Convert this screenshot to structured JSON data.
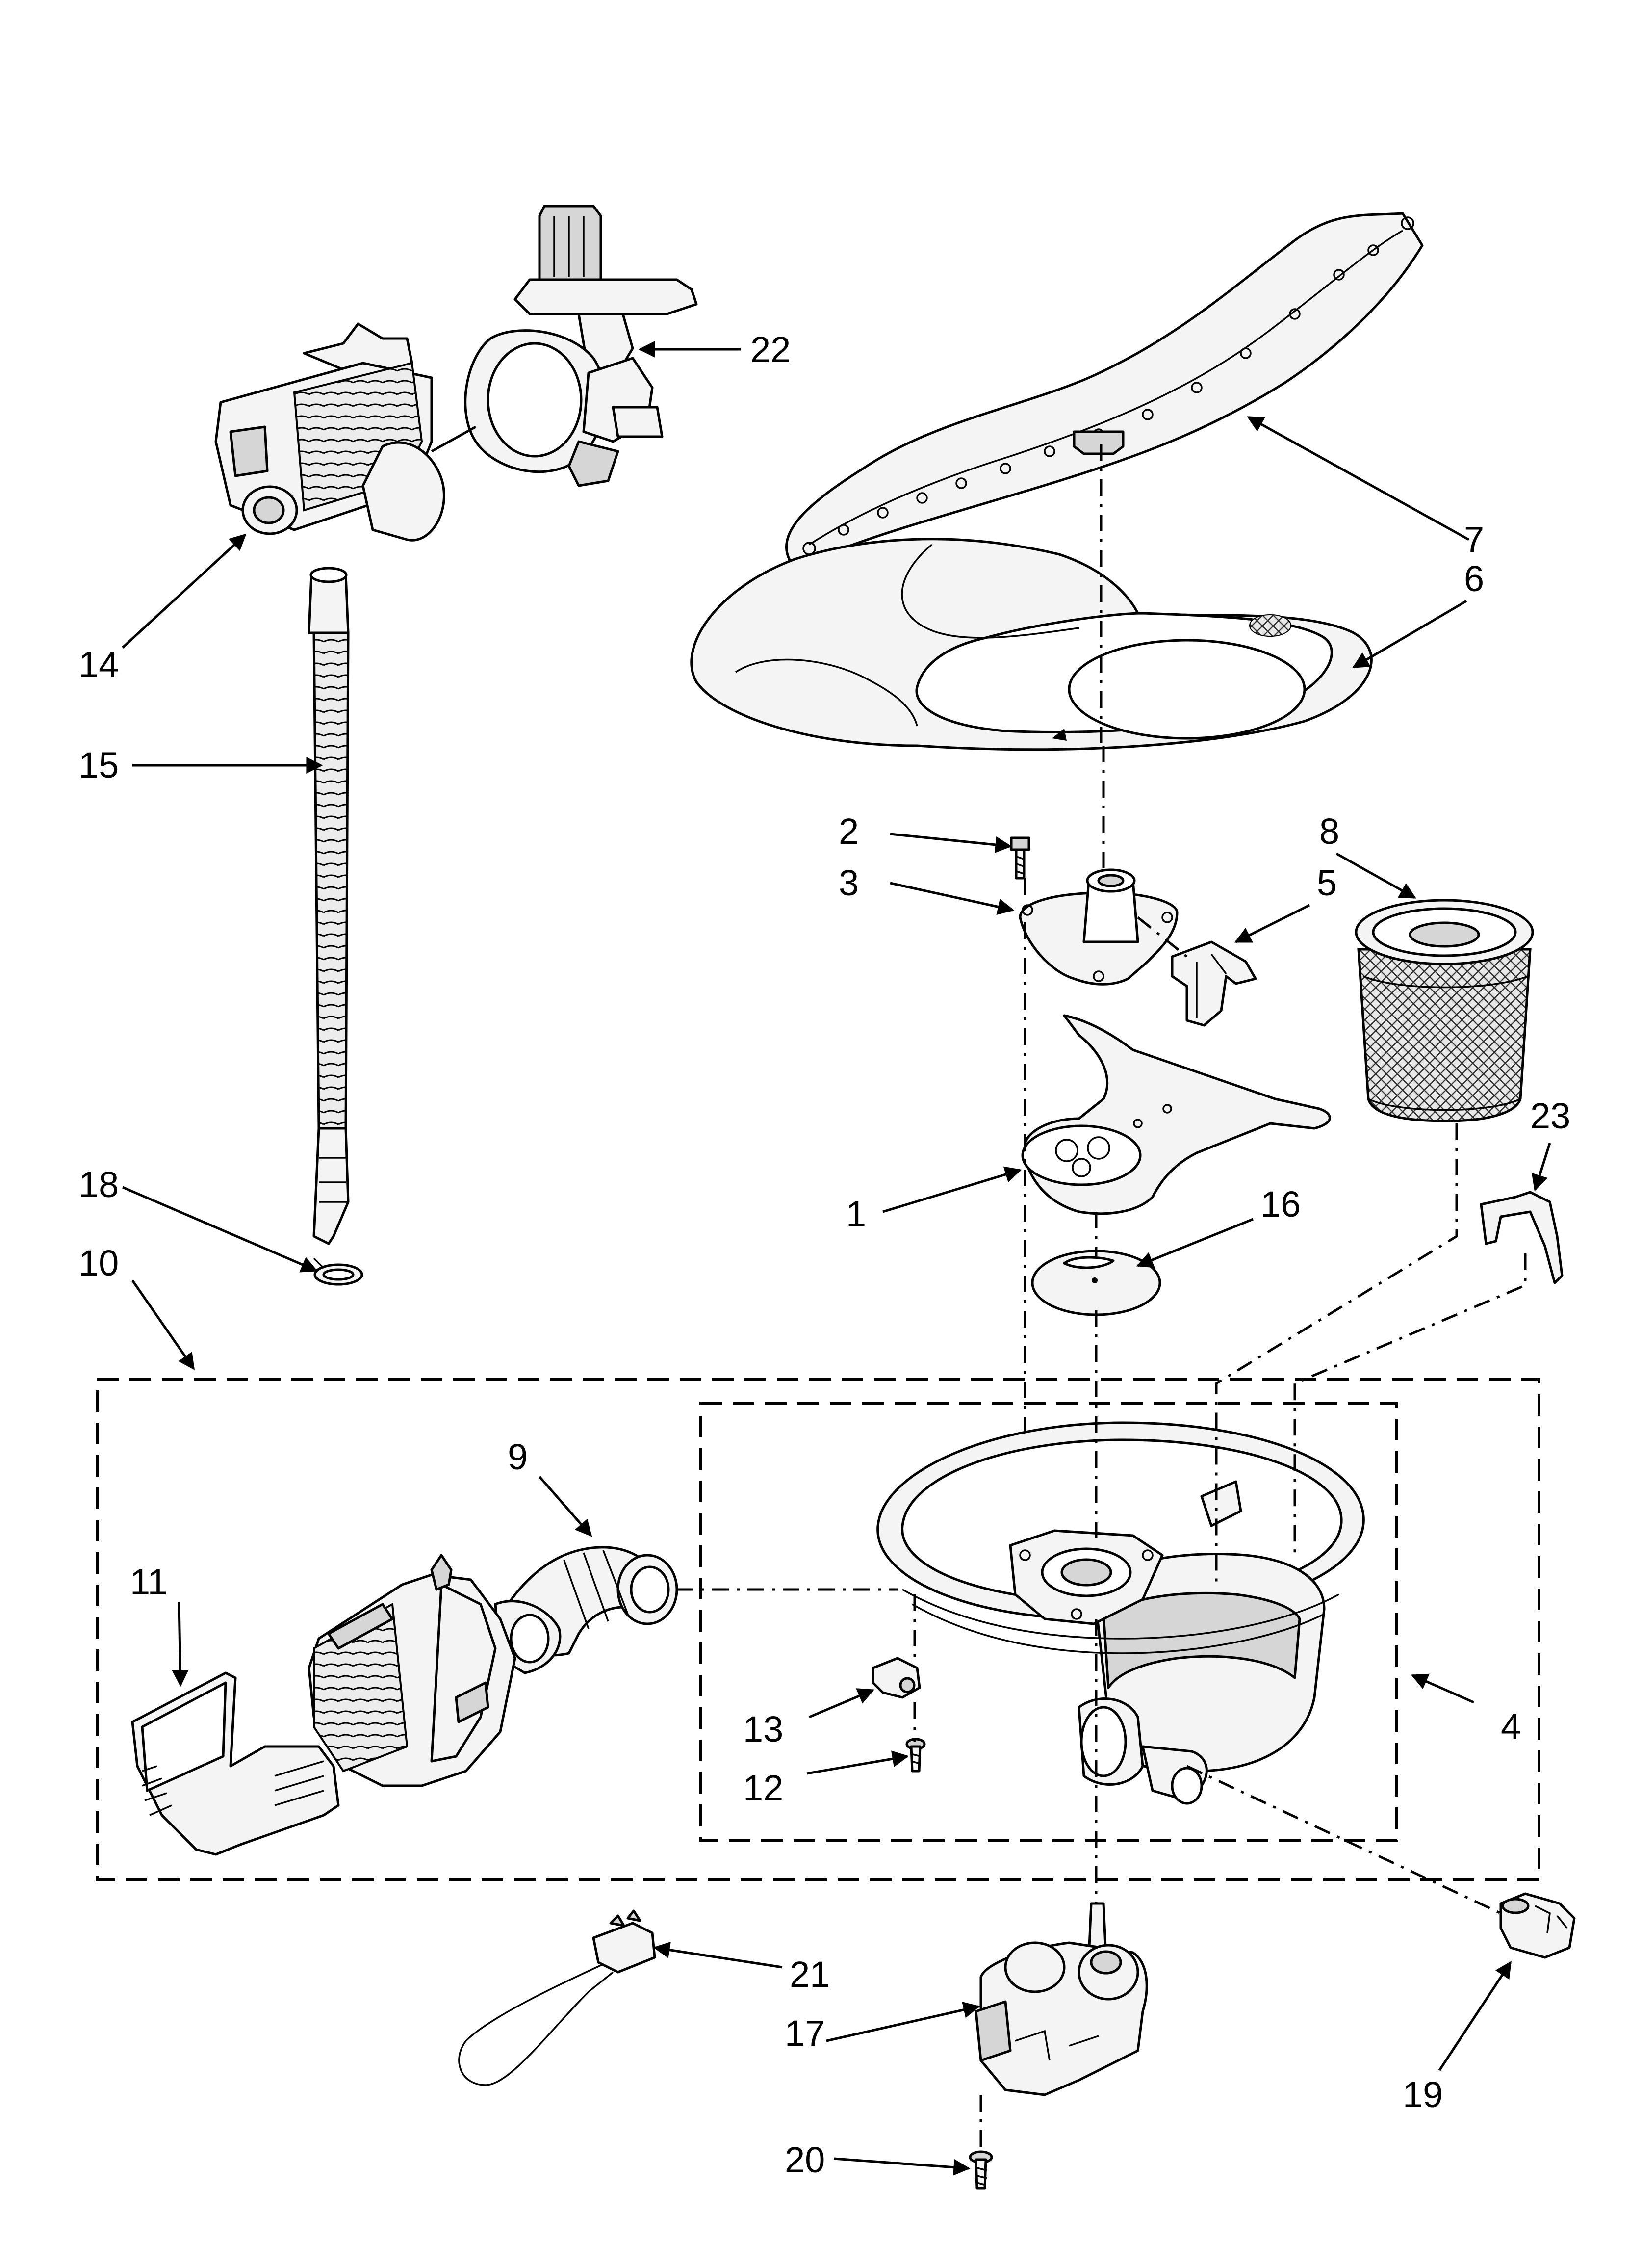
{
  "labels": {
    "1": "1",
    "2": "2",
    "3": "3",
    "4": "4",
    "5": "5",
    "6": "6",
    "7": "7",
    "8": "8",
    "9": "9",
    "10": "10",
    "11": "11",
    "12": "12",
    "13": "13",
    "14": "14",
    "15": "15",
    "16": "16",
    "17": "17",
    "18": "18",
    "19": "19",
    "20": "20",
    "21": "21",
    "22": "22",
    "23": "23"
  }
}
